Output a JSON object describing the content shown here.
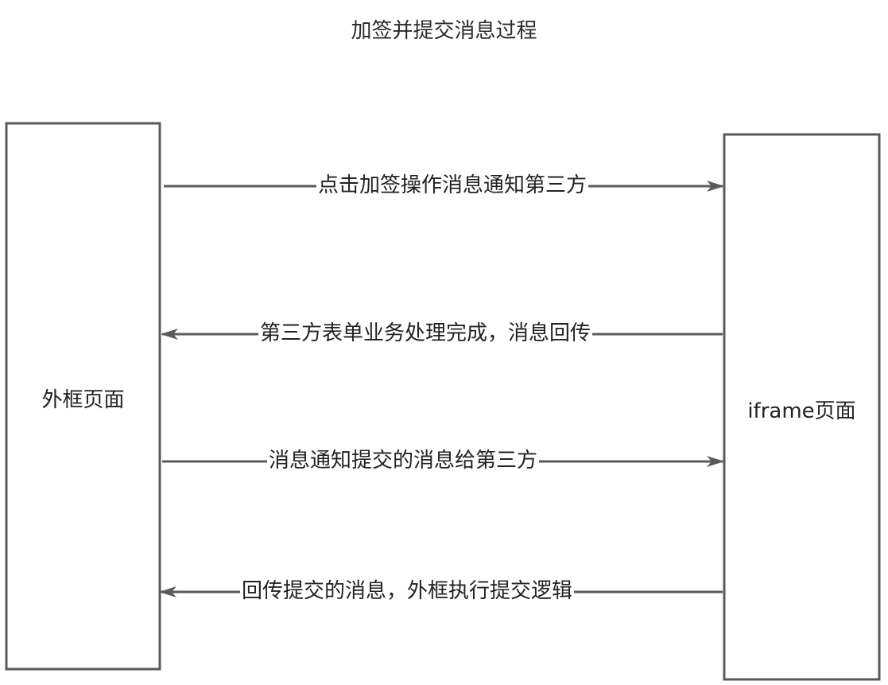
{
  "diagram": {
    "title": "加签并提交消息过程",
    "nodes": {
      "outer": {
        "label": "外框页面"
      },
      "iframe": {
        "label": "iframe页面"
      }
    },
    "edges": [
      {
        "from": "outer",
        "to": "iframe",
        "label": "点击加签操作消息通知第三方"
      },
      {
        "from": "iframe",
        "to": "outer",
        "label": "第三方表单业务处理完成，消息回传"
      },
      {
        "from": "outer",
        "to": "iframe",
        "label": "消息通知提交的消息给第三方"
      },
      {
        "from": "iframe",
        "to": "outer",
        "label": "回传提交的消息，外框执行提交逻辑"
      }
    ],
    "colors": {
      "stroke": "#5a5a5a",
      "text": "#222222",
      "background": "#ffffff"
    }
  }
}
